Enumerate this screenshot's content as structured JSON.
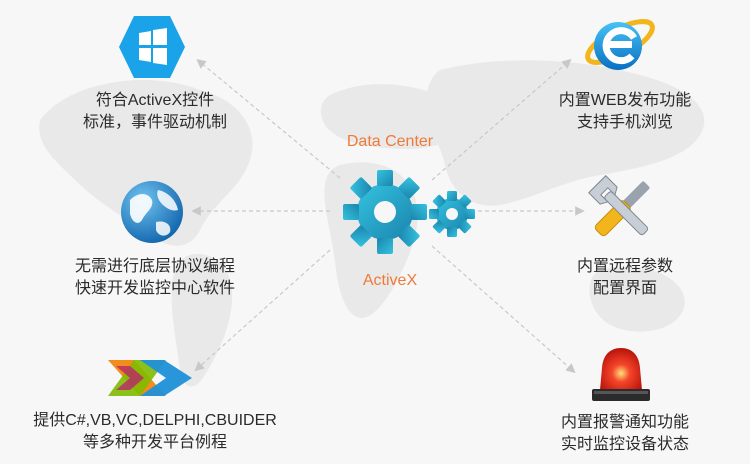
{
  "center": {
    "title": "Data Center",
    "subtitle": "ActiveX",
    "colors": {
      "gear_light": "#2db8d6",
      "gear_dark": "#1f8fb4",
      "label": "#ee7a3a"
    }
  },
  "features": [
    {
      "id": "activex",
      "icon": "windows-logo-icon",
      "line1": "符合ActiveX控件",
      "line2": "标准，事件驱动机制"
    },
    {
      "id": "protocol",
      "icon": "globe-icon",
      "line1": "无需进行底层协议编程",
      "line2": "快速开发监控中心软件"
    },
    {
      "id": "examples",
      "icon": "visual-studio-icon",
      "line1": "提供C#,VB,VC,DELPHI,CBUIDER",
      "line2": "等多种开发平台例程"
    },
    {
      "id": "web",
      "icon": "internet-explorer-icon",
      "line1": "内置WEB发布功能",
      "line2": "支持手机浏览"
    },
    {
      "id": "remote",
      "icon": "tools-icon",
      "line1": "内置远程参数",
      "line2": "配置界面"
    },
    {
      "id": "alarm",
      "icon": "alarm-siren-icon",
      "line1": "内置报警通知功能",
      "line2": "实时监控设备状态"
    }
  ]
}
